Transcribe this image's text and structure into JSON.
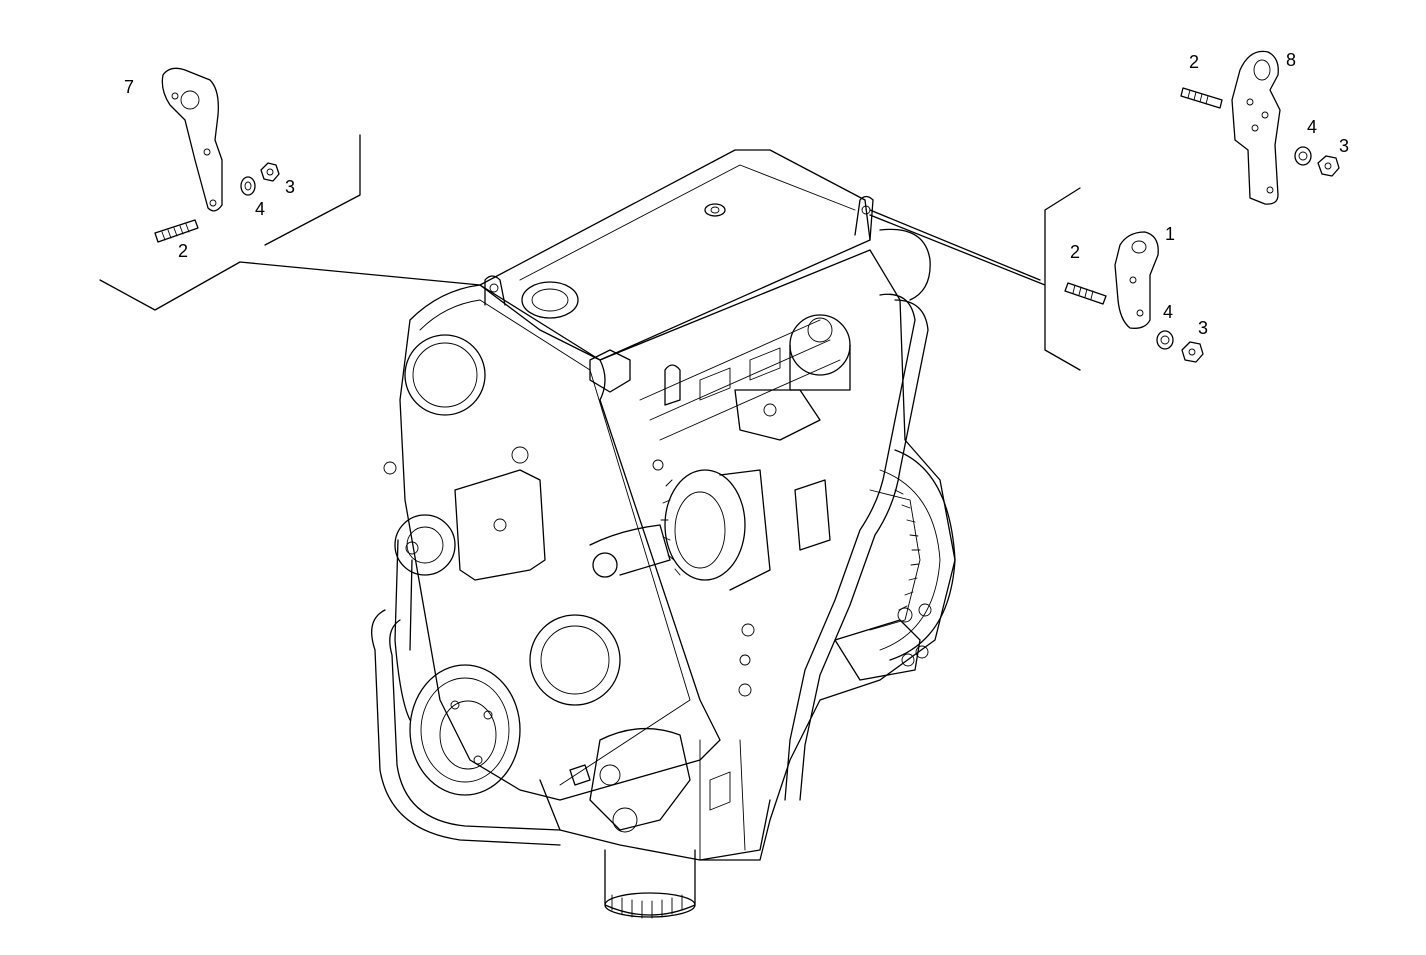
{
  "callouts": {
    "left_group": {
      "bracket": "7",
      "stud": "2",
      "washer": "4",
      "nut": "3"
    },
    "right_upper_group": {
      "bracket": "8",
      "stud": "2",
      "washer": "4",
      "nut": "3"
    },
    "right_lower_group": {
      "bracket": "1",
      "stud": "2",
      "washer": "4",
      "nut": "3"
    }
  }
}
